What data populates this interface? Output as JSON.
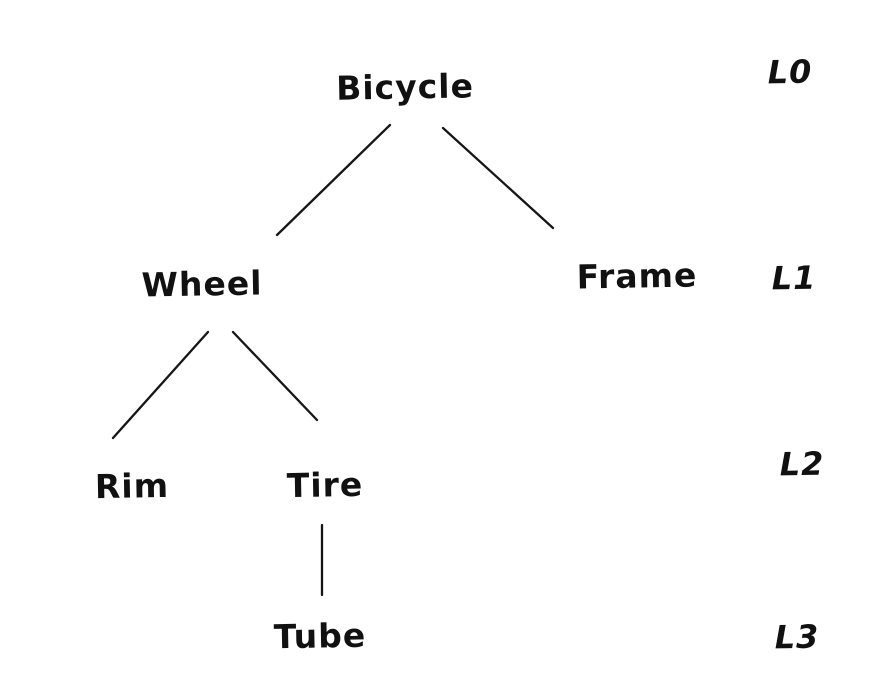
{
  "diagram": {
    "type": "tree",
    "description": "Hand-drawn component hierarchy tree of a bicycle with depth level labels",
    "ink_color": "#161616",
    "background_color": "#ffffff",
    "nodes": {
      "bicycle": {
        "label": "Bicycle",
        "level": "L0"
      },
      "wheel": {
        "label": "Wheel",
        "level": "L1"
      },
      "frame": {
        "label": "Frame",
        "level": "L1"
      },
      "rim": {
        "label": "Rim",
        "level": "L2"
      },
      "tire": {
        "label": "Tire",
        "level": "L2"
      },
      "tube": {
        "label": "Tube",
        "level": "L3"
      }
    },
    "edges": [
      {
        "from": "Bicycle",
        "to": "Wheel"
      },
      {
        "from": "Bicycle",
        "to": "Frame"
      },
      {
        "from": "Wheel",
        "to": "Rim"
      },
      {
        "from": "Wheel",
        "to": "Tire"
      },
      {
        "from": "Tire",
        "to": "Tube"
      }
    ],
    "level_labels": {
      "l0": "L0",
      "l1": "L1",
      "l2": "L2",
      "l3": "L3"
    }
  }
}
